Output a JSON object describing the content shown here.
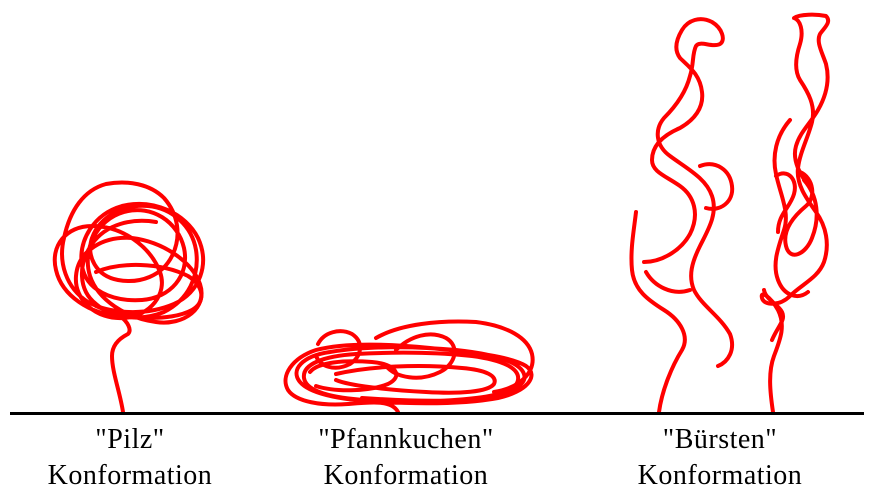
{
  "colors": {
    "chain": "#ff0000",
    "surface": "#000000",
    "background": "#ffffff"
  },
  "conformations": [
    {
      "name": "\"Pilz\"",
      "subtitle": "Konformation"
    },
    {
      "name": "\"Pfannkuchen\"",
      "subtitle": "Konformation"
    },
    {
      "name": "\"Bürsten\"",
      "subtitle": "Konformation"
    }
  ]
}
